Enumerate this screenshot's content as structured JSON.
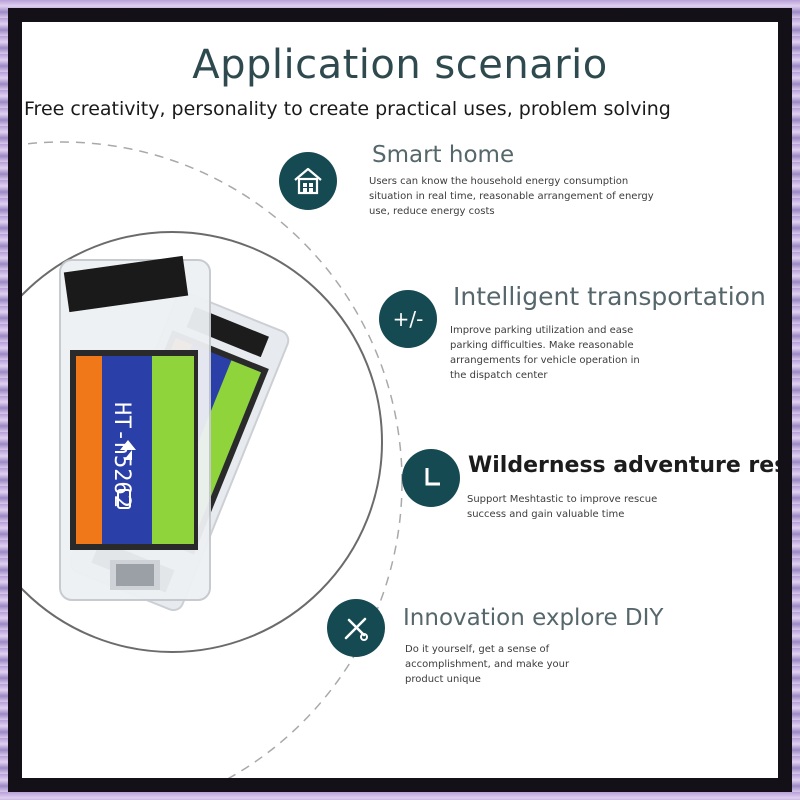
{
  "title": "Application scenario",
  "subtitle": "Free creativity, personality to create practical uses, problem solving",
  "scenarios": [
    {
      "title": "Smart home",
      "description": "Users can know the household energy consumption situation in real time, reasonable arrangement of energy use, reduce energy costs",
      "icon": "house-icon"
    },
    {
      "title": "Intelligent transportation",
      "description": "Improve parking utilization and ease parking difficulties. Make reasonable arrangements for vehicle operation in the dispatch center",
      "icon": "plus-minus-icon",
      "icon_text": "+/-"
    },
    {
      "title": "Wilderness adventure rescue",
      "description": "Support Meshtastic to improve rescue success and gain valuable time",
      "icon": "clock-corner-icon"
    },
    {
      "title": "Innovation explore DIY",
      "description": "Do it yourself, get a sense of accomplishment, and make your product unique",
      "icon": "scissors-icon"
    }
  ],
  "device": {
    "screen_label": "HT-n5262"
  },
  "colors": {
    "accent": "#164a53",
    "frame": "#141018",
    "screen_green": "#8ed43a",
    "screen_blue": "#2a3fa8",
    "screen_orange": "#f07818"
  }
}
